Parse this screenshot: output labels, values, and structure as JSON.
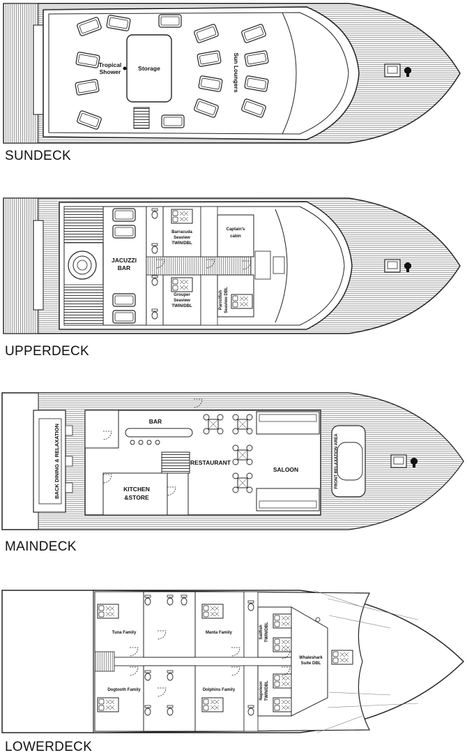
{
  "decks": [
    {
      "name": "SUNDECK",
      "labels": {
        "shower": [
          "Tropical",
          "Shower"
        ],
        "storage": "Storage",
        "loungers": "Sun Loungers"
      }
    },
    {
      "name": "UPPERDECK",
      "labels": {
        "bar": [
          "JACUZZI",
          "BAR"
        ],
        "barracuda": [
          "Barracuda",
          "Seaview",
          "TWIN/DBL"
        ],
        "grouper": [
          "Grouper",
          "Seaview",
          "TWIN/DBL"
        ],
        "captain": [
          "Captain's",
          "cabin"
        ],
        "parrotfish": [
          "Parrotfish",
          "Seaview DBL"
        ]
      }
    },
    {
      "name": "MAINDECK",
      "labels": {
        "back": "BACK DINING & RELAXATION",
        "bar": "BAR",
        "restaurant": "RESTAURANT",
        "saloon": "SALOON",
        "kitchen": [
          "KITCHEN",
          "&STORE"
        ],
        "front": "FRONT RELAXATION AREA"
      }
    },
    {
      "name": "LOWERDECK",
      "labels": {
        "tuna": "Tuna Family",
        "manta": "Manta Family",
        "sailfish": [
          "Sailfish",
          "TWIN/DBL"
        ],
        "dogtooth": "Dogtooth Family",
        "dolphins": "Dolphins Family",
        "napoleon": [
          "Napoleon",
          "TWIN/DBL"
        ],
        "whaleshark": [
          "Whaleshark",
          "Suite DBL"
        ]
      }
    }
  ],
  "icons": [
    "steering-wheel-icon",
    "door-swing-icon",
    "toilet-icon",
    "bed-icon",
    "table-chairs-icon",
    "stairs-icon",
    "lounger-icon"
  ]
}
